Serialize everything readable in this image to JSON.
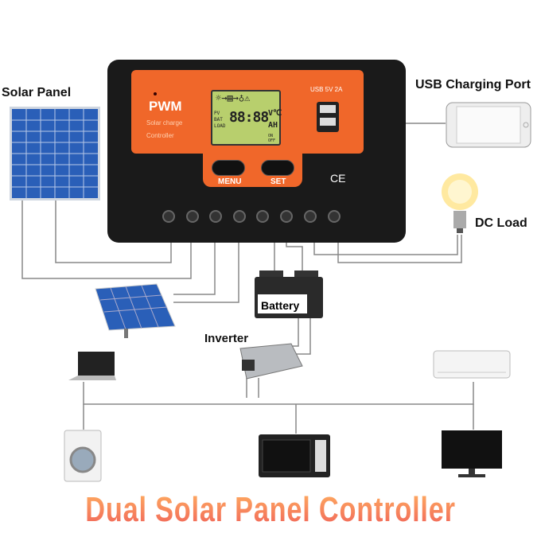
{
  "labels": {
    "solar_panel": "Solar Panel",
    "usb_port": "USB Charging Port",
    "dc_load": "DC Load",
    "battery": "Battery",
    "inverter": "Inverter"
  },
  "controller": {
    "brand": "PWM",
    "subtitle_1": "Solar charge",
    "subtitle_2": "Controller",
    "usb_rating": "USB 5V 2A",
    "menu": "MENU",
    "set": "SET",
    "ce": "CE",
    "lcd": {
      "digits": "88:88",
      "units_1": "V℃",
      "units_2": "AH",
      "pv": "PV",
      "bat": "BAT",
      "load": "LOAD",
      "on": "ON",
      "off": "OFF"
    }
  },
  "title": "Dual Solar Panel Controller",
  "colors": {
    "orange": "#f0672a",
    "lcd": "#b8cf6d",
    "panel_blue": "#2a5fb8"
  }
}
